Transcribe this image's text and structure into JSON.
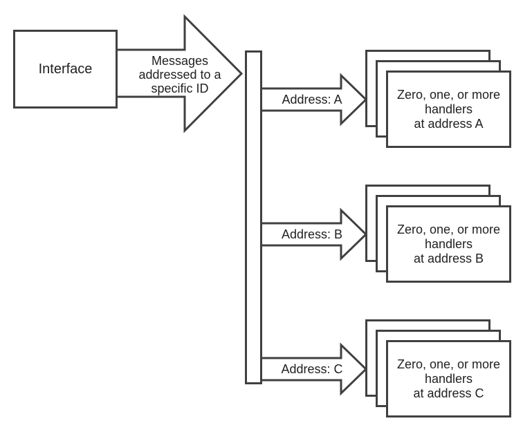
{
  "diagram": {
    "title": "event-bus point-to-point addressing diagram",
    "interface_label": "Interface",
    "bus_arrow_label": "Messages\naddressed to a\nspecific ID",
    "routes": [
      {
        "address_label": "Address: A",
        "handlers_label": "Zero, one, or more\nhandlers\nat address A"
      },
      {
        "address_label": "Address: B",
        "handlers_label": "Zero, one, or more\nhandlers\nat address B"
      },
      {
        "address_label": "Address: C",
        "handlers_label": "Zero, one, or more\nhandlers\nat address C"
      }
    ],
    "colors": {
      "stroke": "#404040",
      "text": "#212121",
      "background": "#ffffff"
    }
  }
}
